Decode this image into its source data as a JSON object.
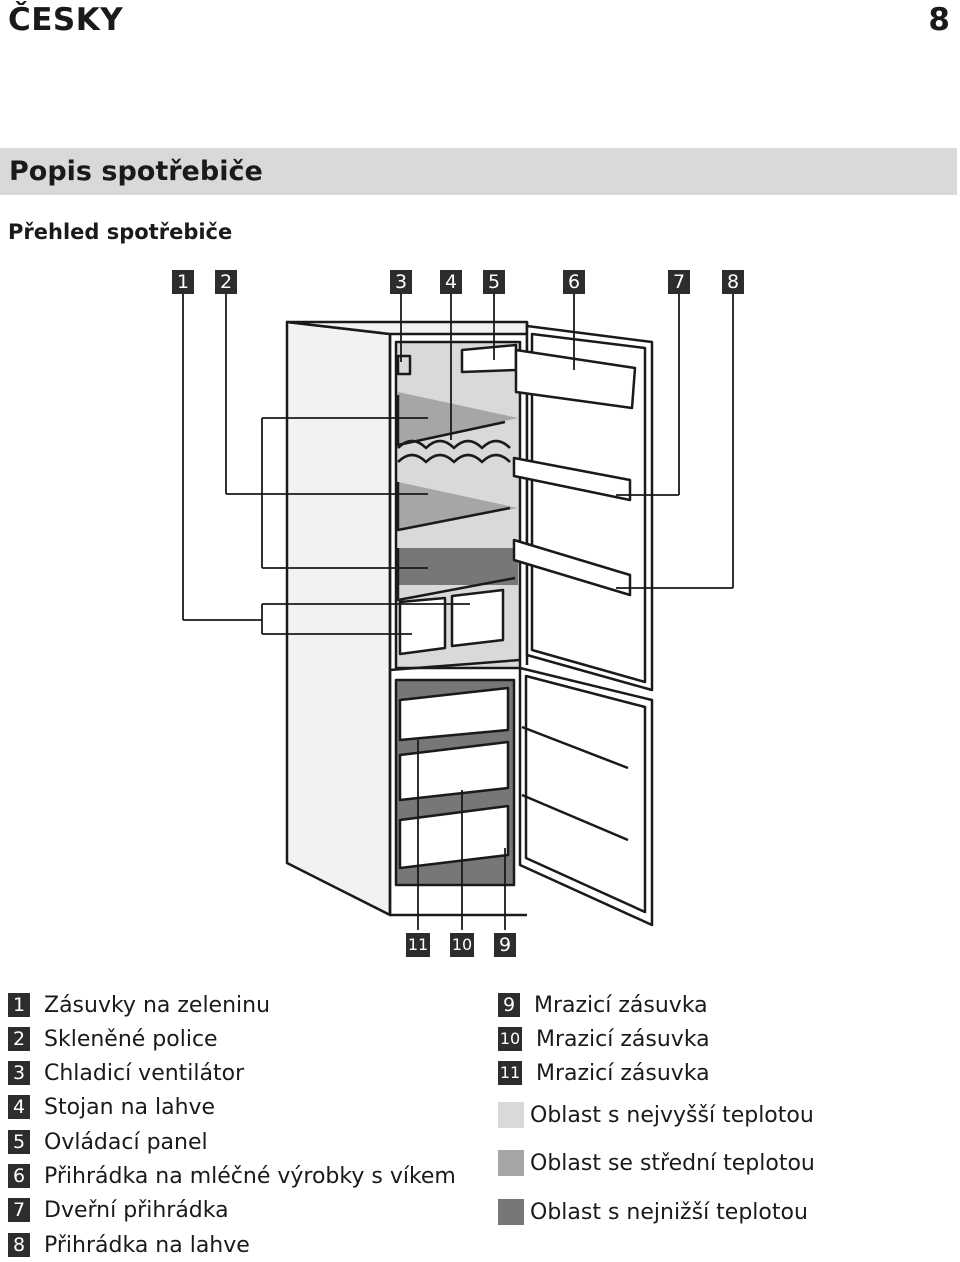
{
  "header": {
    "language": "ČESKY",
    "page_number": "8"
  },
  "section": {
    "title": "Popis spotřebiče"
  },
  "subsection": {
    "title": "Přehled spotřebiče"
  },
  "callouts": [
    "1",
    "2",
    "3",
    "4",
    "5",
    "6",
    "7",
    "8",
    "11",
    "10",
    "9"
  ],
  "legend_left": [
    {
      "num": "1",
      "label": "Zásuvky na zeleninu"
    },
    {
      "num": "2",
      "label": "Skleněné police"
    },
    {
      "num": "3",
      "label": "Chladicí ventilátor"
    },
    {
      "num": "4",
      "label": "Stojan na lahve"
    },
    {
      "num": "5",
      "label": "Ovládací panel"
    },
    {
      "num": "6",
      "label": "Přihrádka na mléčné výrobky s víkem"
    },
    {
      "num": "7",
      "label": "Dveřní přihrádka"
    },
    {
      "num": "8",
      "label": "Přihrádka na lahve"
    }
  ],
  "legend_right": [
    {
      "num": "9",
      "label": "Mrazicí zásuvka"
    },
    {
      "num": "10",
      "label": "Mrazicí zásuvka"
    },
    {
      "num": "11",
      "label": "Mrazicí zásuvka"
    }
  ],
  "zones": [
    {
      "label": "Oblast s nejvyšší teplotou",
      "color": "#d9d9d9"
    },
    {
      "label": "Oblast se střední teplotou",
      "color": "#a6a6a6"
    },
    {
      "label": "Oblast s nejnižší teplotou",
      "color": "#777777"
    }
  ]
}
